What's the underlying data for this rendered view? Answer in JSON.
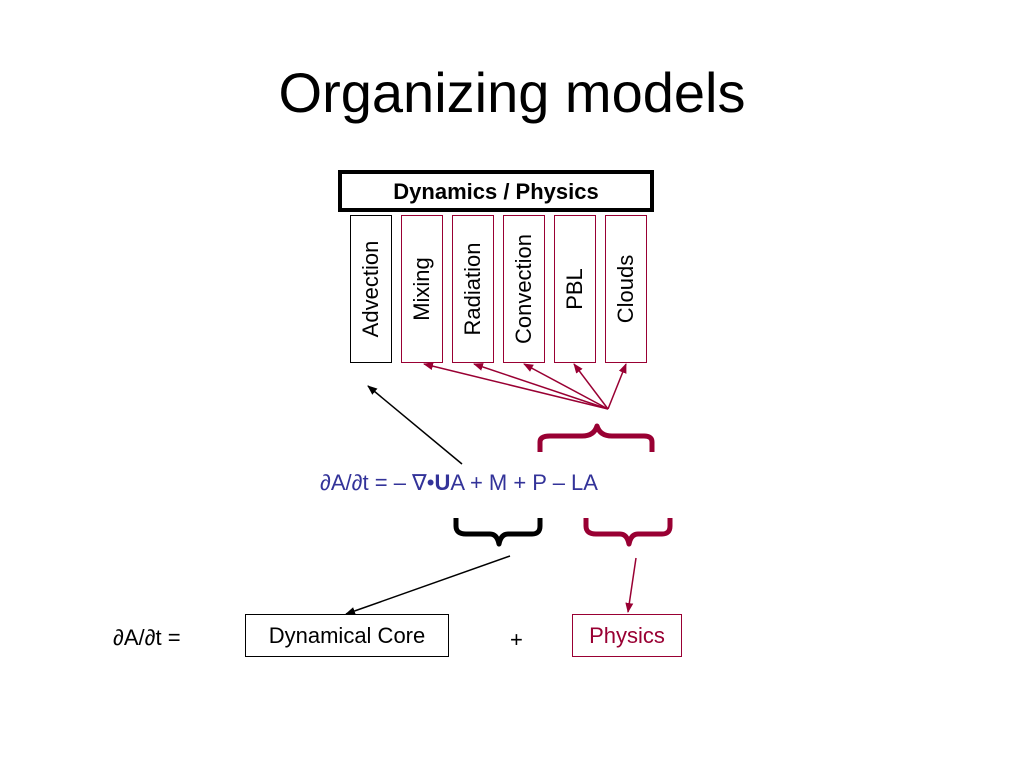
{
  "slide": {
    "title": "Organizing models",
    "header": "Dynamics / Physics",
    "columns": [
      "Advection",
      "Mixing",
      "Radiation",
      "Convection",
      "PBL",
      "Clouds"
    ],
    "equation": {
      "lhs": "∂A/∂t = – ∇•",
      "u": "U",
      "rhs": "A + M + P – LA"
    },
    "bottom": {
      "lhs": "∂A/∂t =",
      "core": "Dynamical Core",
      "plus": "+",
      "physics": "Physics"
    }
  },
  "colors": {
    "dark_red": "#990033",
    "blue": "#333399",
    "black": "#000000"
  }
}
